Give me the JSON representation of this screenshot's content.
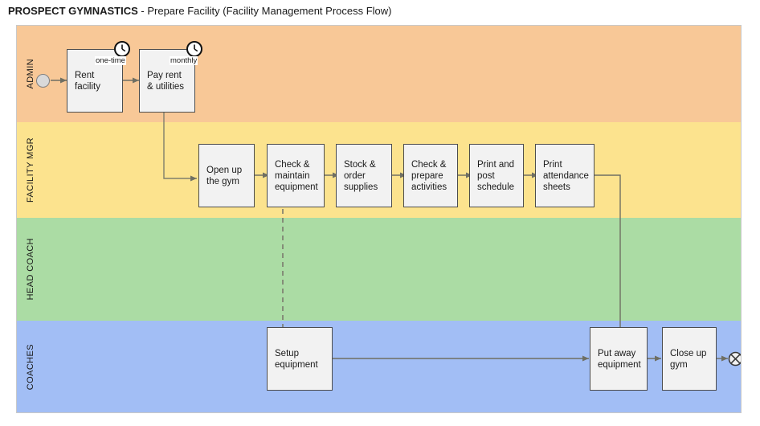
{
  "title": {
    "org": "PROSPECT GYMNASTICS",
    "rest": " - Prepare Facility (Facility Management Process Flow)"
  },
  "colors": {
    "lane_admin": "#F8C897",
    "lane_facility": "#FCE38E",
    "lane_head_coach": "#ABDCA4",
    "lane_coaches": "#A2BEF5",
    "task_fill": "#F2F2F2",
    "task_border": "#4D4D4D",
    "connector": "#7F7F6B",
    "frame_border": "#C9C9C9"
  },
  "lanes": [
    {
      "id": "admin",
      "label": "ADMIN"
    },
    {
      "id": "facility",
      "label": "FACILITY MGR"
    },
    {
      "id": "head-coach",
      "label": "HEAD COACH"
    },
    {
      "id": "coaches",
      "label": "COACHES"
    }
  ],
  "events": {
    "start": {
      "name": "start-event"
    },
    "end": {
      "name": "end-event"
    }
  },
  "tasks": {
    "rent_facility": {
      "line1": "Rent",
      "line2": "facility"
    },
    "pay_rent": {
      "line1": "Pay rent",
      "line2": "& utilities"
    },
    "open_gym": {
      "line1": "Open up",
      "line2": "the gym"
    },
    "check_maintain": {
      "line1": "Check &",
      "line2": "maintain",
      "line3": "equipment"
    },
    "stock_order": {
      "line1": "Stock &",
      "line2": "order",
      "line3": "supplies"
    },
    "check_prepare": {
      "line1": "Check &",
      "line2": "prepare",
      "line3": "activities"
    },
    "print_schedule": {
      "line1": "Print and",
      "line2": "post",
      "line3": "schedule"
    },
    "print_attendance": {
      "line1": "Print",
      "line2": "attendance",
      "line3": "sheets"
    },
    "setup_equipment": {
      "line1": "Setup",
      "line2": "equipment"
    },
    "put_away": {
      "line1": "Put away",
      "line2": "equipment"
    },
    "close_gym": {
      "line1": "Close up",
      "line2": "gym"
    }
  },
  "timers": {
    "one_time": "one-time",
    "monthly": "monthly"
  }
}
